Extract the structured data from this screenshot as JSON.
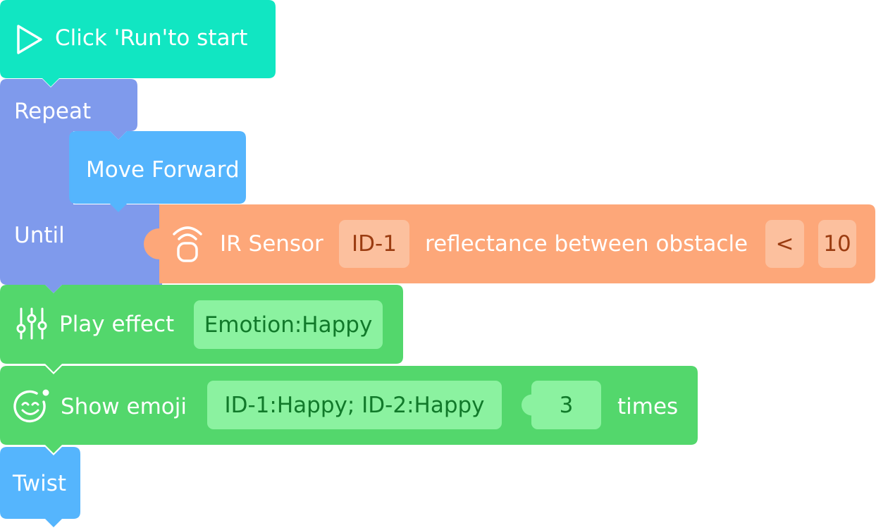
{
  "colors": {
    "start": "#11e6c2",
    "repeat": "#7f9aec",
    "move": "#55b5fd",
    "sensor": "#fda779",
    "sensor_field": "#fcc09e",
    "sensor_field_text": "#9b3c11",
    "effect": "#53d76c",
    "effect_field": "#8bf2a0",
    "effect_field_text": "#11792a",
    "twist": "#55b5fd"
  },
  "start_block": {
    "icon": "play-icon",
    "label": "Click 'Run'to start"
  },
  "repeat_block": {
    "label": "Repeat",
    "until_label": "Until"
  },
  "move_block": {
    "label": "Move Forward"
  },
  "sensor_block": {
    "icon": "ir-sensor-icon",
    "label": "IR Sensor",
    "id_value": "ID-1",
    "middle_text": "reflectance between obstacle",
    "operator": "<",
    "threshold": "10"
  },
  "effect_block": {
    "icon": "sliders-icon",
    "label": "Play effect",
    "value": "Emotion:Happy"
  },
  "emoji_block": {
    "icon": "emoji-face-icon",
    "label": "Show emoji",
    "value": "ID-1:Happy; ID-2:Happy",
    "count": "3",
    "suffix": "times"
  },
  "twist_block": {
    "label": "Twist"
  }
}
